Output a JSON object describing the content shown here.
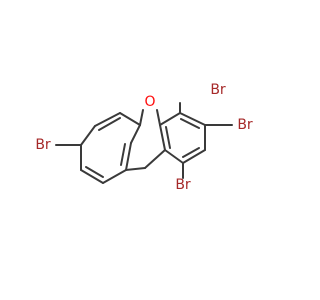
{
  "molecule": {
    "atoms": {
      "oxygen": {
        "label": "O",
        "color": "#ff0d0d"
      },
      "bromine_c4": {
        "label": "Br",
        "color": "#a62929"
      },
      "bromine_c3": {
        "label": "Br",
        "color": "#a62929"
      },
      "bromine_c1": {
        "label": "Br",
        "color": "#a62929"
      },
      "bromine_c7": {
        "label": "Br",
        "color": "#a62929"
      }
    },
    "bond_color": "#3a3a3a"
  }
}
